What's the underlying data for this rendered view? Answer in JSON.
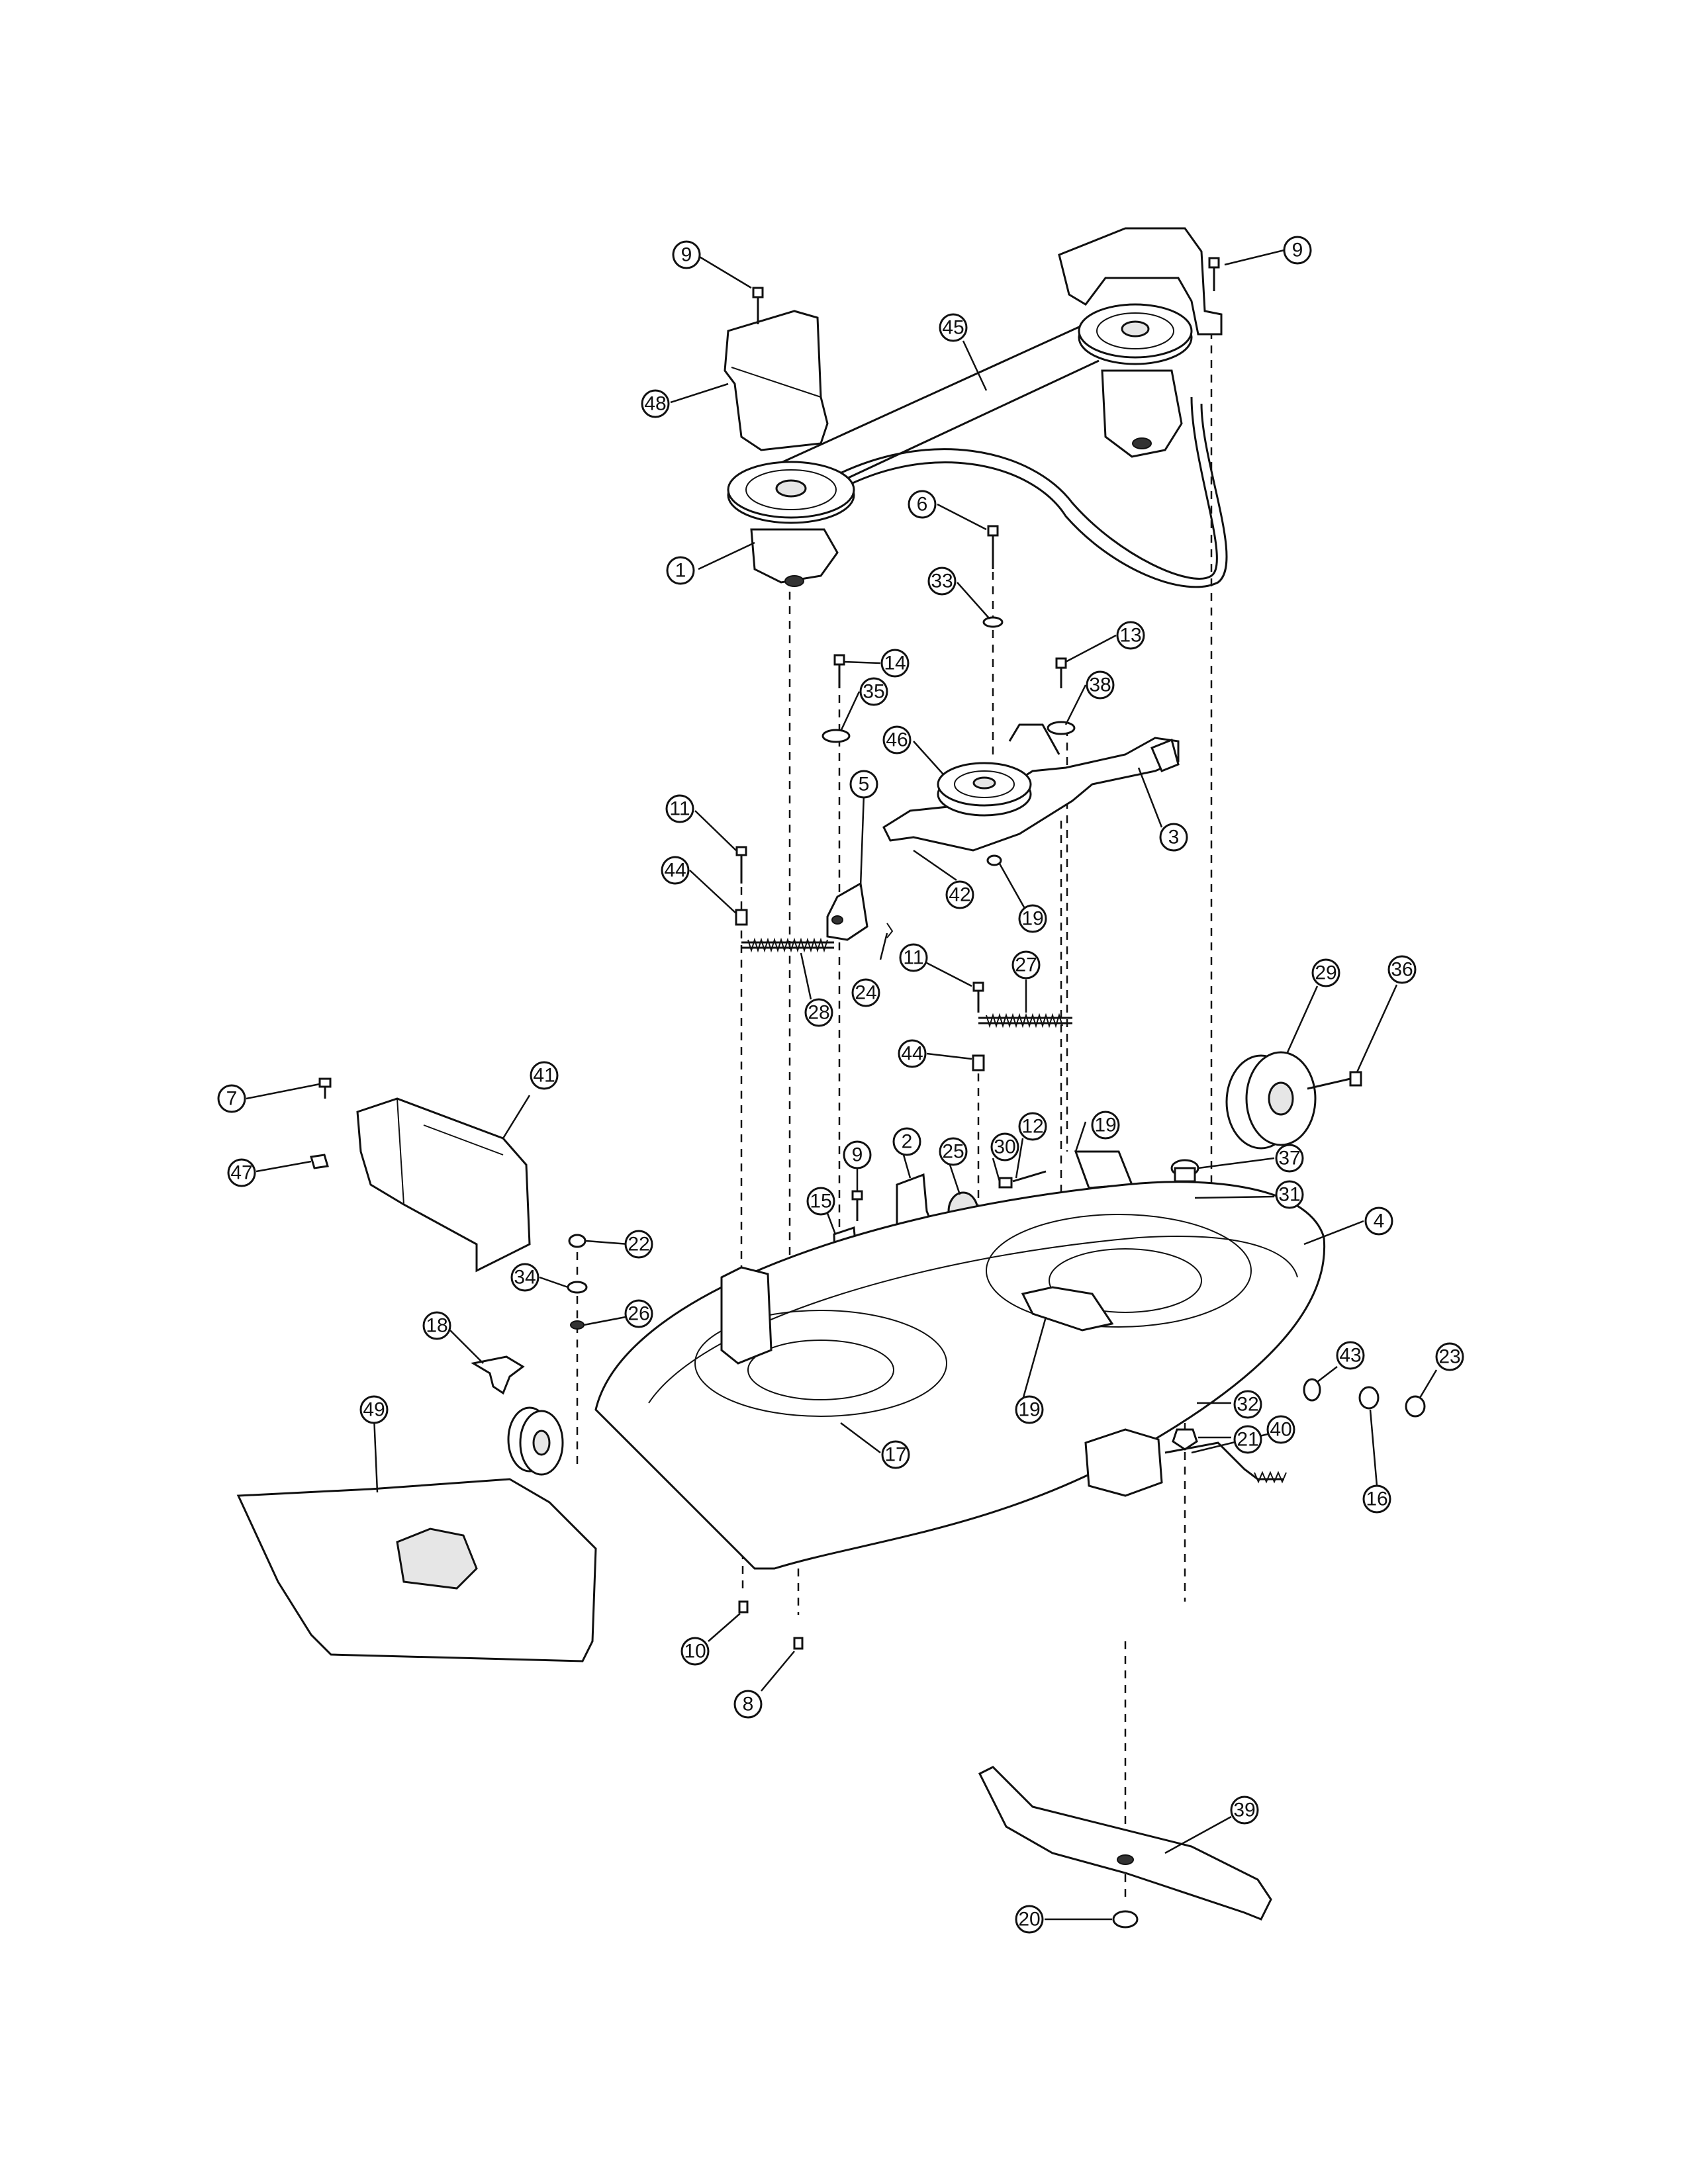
{
  "callouts": [
    {
      "id": "c9a",
      "label": "9"
    },
    {
      "id": "c9b",
      "label": "9"
    },
    {
      "id": "c45",
      "label": "45"
    },
    {
      "id": "c48",
      "label": "48"
    },
    {
      "id": "c1",
      "label": "1"
    },
    {
      "id": "c6",
      "label": "6"
    },
    {
      "id": "c33",
      "label": "33"
    },
    {
      "id": "c14",
      "label": "14"
    },
    {
      "id": "c13",
      "label": "13"
    },
    {
      "id": "c35",
      "label": "35"
    },
    {
      "id": "c38",
      "label": "38"
    },
    {
      "id": "c46",
      "label": "46"
    },
    {
      "id": "c5",
      "label": "5"
    },
    {
      "id": "c3",
      "label": "3"
    },
    {
      "id": "c11a",
      "label": "11"
    },
    {
      "id": "c44a",
      "label": "44"
    },
    {
      "id": "c42",
      "label": "42"
    },
    {
      "id": "c19a",
      "label": "19"
    },
    {
      "id": "c24",
      "label": "24"
    },
    {
      "id": "c28",
      "label": "28"
    },
    {
      "id": "c11b",
      "label": "11"
    },
    {
      "id": "c27",
      "label": "27"
    },
    {
      "id": "c29",
      "label": "29"
    },
    {
      "id": "c36",
      "label": "36"
    },
    {
      "id": "c44b",
      "label": "44"
    },
    {
      "id": "c7",
      "label": "7"
    },
    {
      "id": "c41",
      "label": "41"
    },
    {
      "id": "c12",
      "label": "12"
    },
    {
      "id": "c30",
      "label": "30"
    },
    {
      "id": "c19b",
      "label": "19"
    },
    {
      "id": "c2",
      "label": "2"
    },
    {
      "id": "c25",
      "label": "25"
    },
    {
      "id": "c9c",
      "label": "9"
    },
    {
      "id": "c47",
      "label": "47"
    },
    {
      "id": "c37",
      "label": "37"
    },
    {
      "id": "c15",
      "label": "15"
    },
    {
      "id": "c31",
      "label": "31"
    },
    {
      "id": "c4",
      "label": "4"
    },
    {
      "id": "c22",
      "label": "22"
    },
    {
      "id": "c34",
      "label": "34"
    },
    {
      "id": "c26",
      "label": "26"
    },
    {
      "id": "c18",
      "label": "18"
    },
    {
      "id": "c49",
      "label": "49"
    },
    {
      "id": "c17",
      "label": "17"
    },
    {
      "id": "c19c",
      "label": "19"
    },
    {
      "id": "c40",
      "label": "40"
    },
    {
      "id": "c43",
      "label": "43"
    },
    {
      "id": "c23",
      "label": "23"
    },
    {
      "id": "c32",
      "label": "32"
    },
    {
      "id": "c21",
      "label": "21"
    },
    {
      "id": "c16",
      "label": "16"
    },
    {
      "id": "c10",
      "label": "10"
    },
    {
      "id": "c8",
      "label": "8"
    },
    {
      "id": "c39",
      "label": "39"
    },
    {
      "id": "c20",
      "label": "20"
    }
  ]
}
